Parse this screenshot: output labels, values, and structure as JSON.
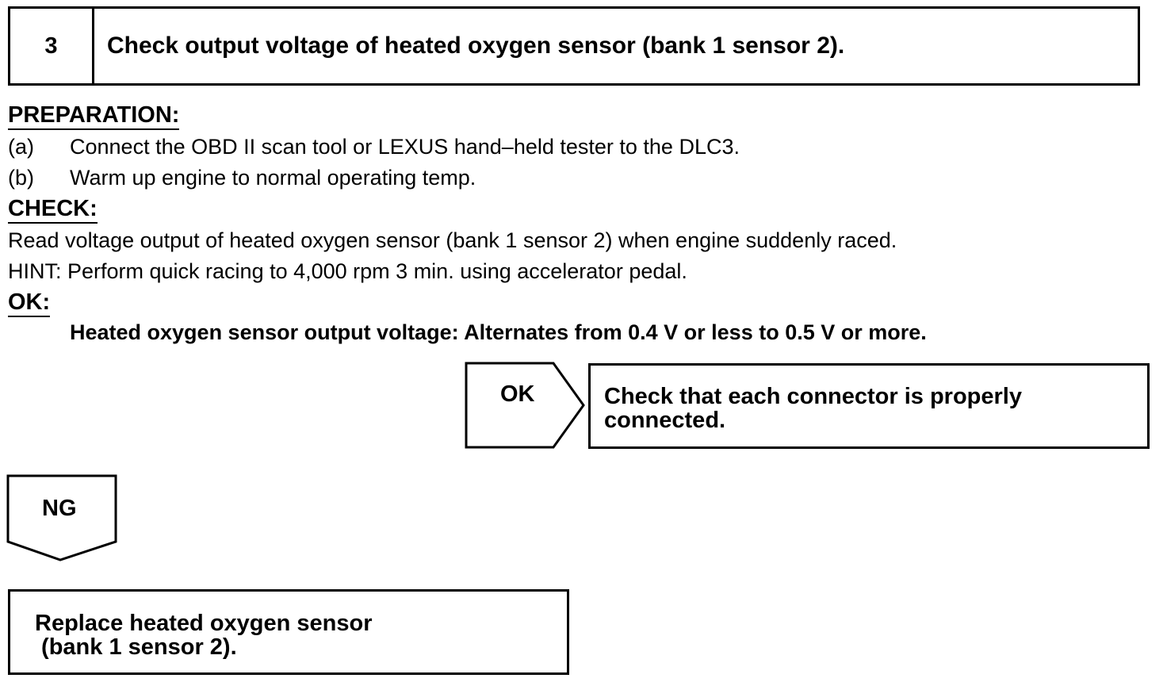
{
  "step": {
    "number": "3",
    "title": "Check output voltage of heated oxygen sensor (bank 1 sensor 2)."
  },
  "preparation": {
    "heading": "PREPARATION:",
    "items": [
      {
        "label": "(a)",
        "text": "Connect the OBD II scan tool or LEXUS hand–held tester to the DLC3."
      },
      {
        "label": "(b)",
        "text": "Warm up engine to normal operating temp."
      }
    ]
  },
  "check": {
    "heading": "CHECK:",
    "lines": [
      "Read voltage output of heated oxygen sensor (bank 1 sensor 2) when engine suddenly raced.",
      "HINT: Perform quick racing to 4,000 rpm 3 min. using accelerator pedal."
    ]
  },
  "ok_section": {
    "heading": "OK:",
    "spec": "Heated oxygen sensor output voltage:  Alternates from 0.4 V or less to 0.5 V or more."
  },
  "ok_branch": {
    "label": "OK",
    "action_lines": [
      "Check that each connector is properly",
      "connected."
    ]
  },
  "ng_branch": {
    "label": "NG",
    "action_lines": [
      "Replace heated oxygen sensor",
      " (bank 1 sensor 2)."
    ]
  }
}
